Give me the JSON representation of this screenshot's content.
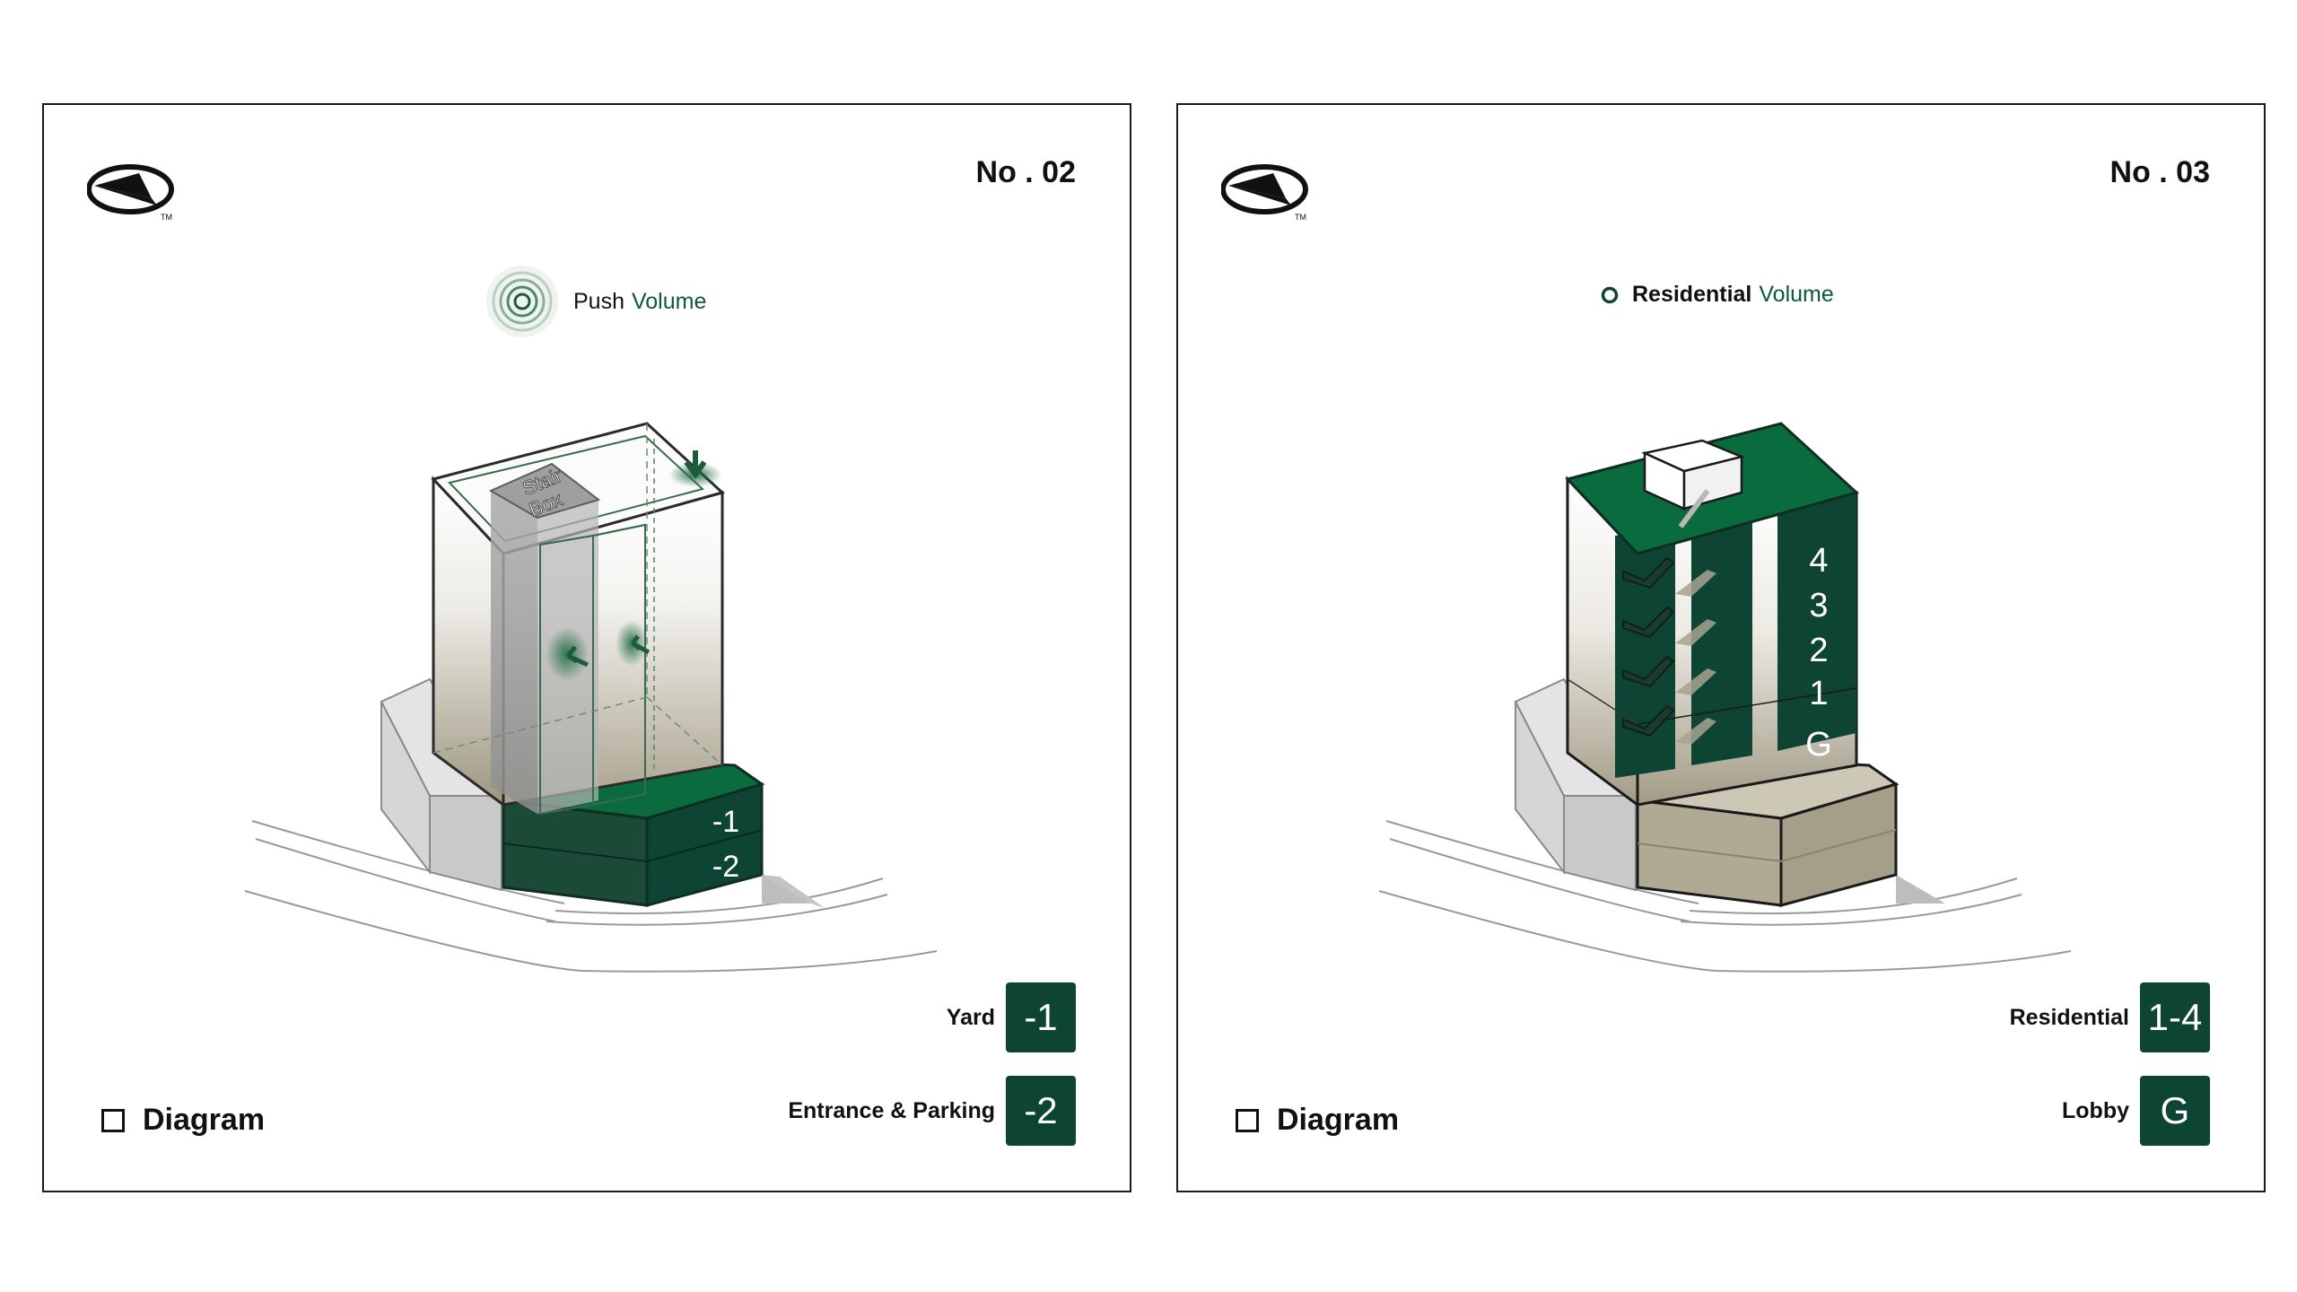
{
  "panels": [
    {
      "number": "No . 02",
      "legend": {
        "prefix": "Push",
        "accent": "Volume"
      },
      "stair_box": [
        "Stair",
        "Box"
      ],
      "floor_labels": [
        "-1",
        "-2"
      ],
      "keys": [
        {
          "label": "Yard",
          "badge": "-1"
        },
        {
          "label": "Entrance & Parking",
          "badge": "-2"
        }
      ],
      "diagram_label": "Diagram"
    },
    {
      "number": "No . 03",
      "legend": {
        "prefix": "Residential",
        "accent": "Volume"
      },
      "floor_labels": [
        "4",
        "3",
        "2",
        "1",
        "G"
      ],
      "keys": [
        {
          "label": "Residential",
          "badge": "1-4"
        },
        {
          "label": "Lobby",
          "badge": "G"
        }
      ],
      "diagram_label": "Diagram"
    }
  ],
  "colors": {
    "dark_green": "#0d4433",
    "green": "#0a6b3f",
    "accent_text": "#0d5a3a",
    "beige": "#b7b09e",
    "grey": "#d2d2d2"
  },
  "icons": [
    "compass-icon",
    "push-ripple-icon",
    "ring-icon",
    "square-outline-icon",
    "arrow-icon"
  ]
}
